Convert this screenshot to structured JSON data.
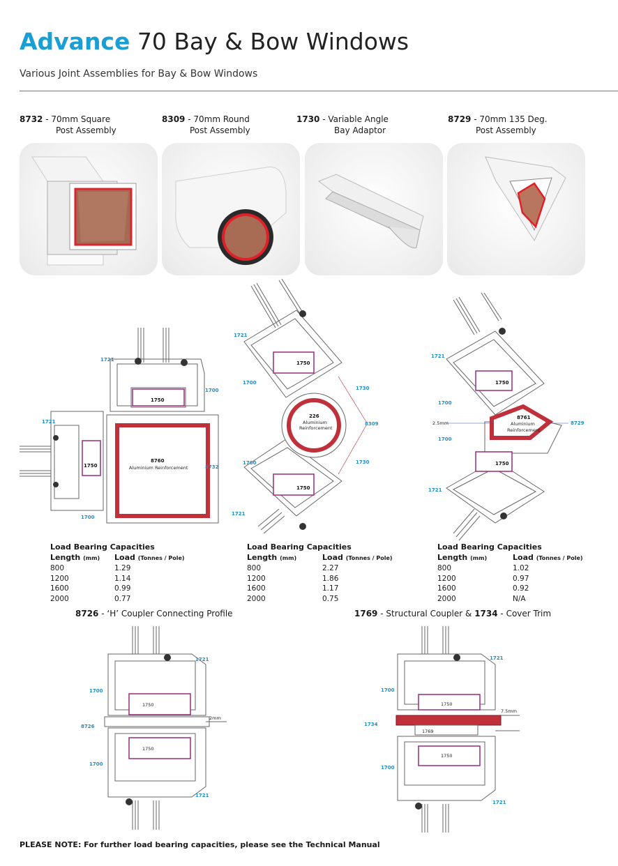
{
  "title": {
    "brand": "Advance",
    "rest": "70 Bay & Bow Windows"
  },
  "subtitle": "Various Joint Assemblies for Bay & Bow Windows",
  "products": [
    {
      "code": "8732",
      "name": "- 70mm Square",
      "line2": "Post Assembly"
    },
    {
      "code": "8309",
      "name": "- 70mm Round",
      "line2": "Post Assembly"
    },
    {
      "code": "1730",
      "name": "- Variable Angle",
      "line2": "Bay Adaptor"
    },
    {
      "code": "8729",
      "name": "- 70mm 135 Deg.",
      "line2": "Post Assembly"
    }
  ],
  "diagram_square": {
    "labels": {
      "a": "1721",
      "b": "1700",
      "c": "1721",
      "d": "1700",
      "e": "8732",
      "f": "1750",
      "g": "1750"
    },
    "core_code": "8760",
    "core_text": "Aluminium Reinforcement"
  },
  "diagram_round": {
    "labels": {
      "a": "1721",
      "b": "1700",
      "c": "1730",
      "d": "8309",
      "e": "1730",
      "f": "1700",
      "g": "1721",
      "h": "1750",
      "i": "1750"
    },
    "core_code": "226",
    "core_line1": "Aluminium",
    "core_line2": "Reinforcement"
  },
  "diagram_angle": {
    "labels": {
      "a": "1721",
      "b": "1700",
      "c": "2.5mm",
      "d": "1700",
      "e": "1721",
      "f": "8729",
      "g": "1750",
      "h": "1750"
    },
    "core_code": "8761",
    "core_line1": "Aluminium",
    "core_line2": "Reinforcement"
  },
  "load_tables": [
    {
      "heading": "Load Bearing Capacities",
      "col1": "Length",
      "col1_unit": "(mm)",
      "col2": "Load",
      "col2_unit": "(Tonnes / Pole)",
      "rows": [
        [
          "800",
          "1.29"
        ],
        [
          "1200",
          "1.14"
        ],
        [
          "1600",
          "0.99"
        ],
        [
          "2000",
          "0.77"
        ]
      ]
    },
    {
      "heading": "Load Bearing Capacities",
      "col1": "Length",
      "col1_unit": "(mm)",
      "col2": "Load",
      "col2_unit": "(Tonnes / Pole)",
      "rows": [
        [
          "800",
          "2.27"
        ],
        [
          "1200",
          "1.86"
        ],
        [
          "1600",
          "1.17"
        ],
        [
          "2000",
          "0.75"
        ]
      ]
    },
    {
      "heading": "Load Bearing Capacities",
      "col1": "Length",
      "col1_unit": "(mm)",
      "col2": "Load",
      "col2_unit": "(Tonnes / Pole)",
      "rows": [
        [
          "800",
          "1.02"
        ],
        [
          "1200",
          "0.97"
        ],
        [
          "1600",
          "0.92"
        ],
        [
          "2000",
          "N/A"
        ]
      ]
    }
  ],
  "coupler_h": {
    "code": "8726",
    "name": "- ‘H’ Coupler Connecting Profile",
    "labels": {
      "a": "1721",
      "b": "1700",
      "c": "8726",
      "d": "1700",
      "e": "1721",
      "gap": "2mm",
      "f": "1750",
      "g": "1750"
    }
  },
  "coupler_structural": {
    "code1": "1769",
    "name1": "- Structural Coupler &",
    "code2": "1734",
    "name2": "- Cover Trim",
    "labels": {
      "a": "1721",
      "b": "1700",
      "c": "1734",
      "d": "1700",
      "e": "1721",
      "gap": "7.5mm",
      "f": "1750",
      "g": "1750",
      "h": "1769"
    }
  },
  "note": "PLEASE NOTE: For further load bearing capacities, please see the Technical Manual",
  "colors": {
    "brand_blue": "#1a9fd4",
    "label_blue": "#1d8fc6",
    "reinforcement_red": "#c0303a",
    "outline_grey": "#555555"
  }
}
